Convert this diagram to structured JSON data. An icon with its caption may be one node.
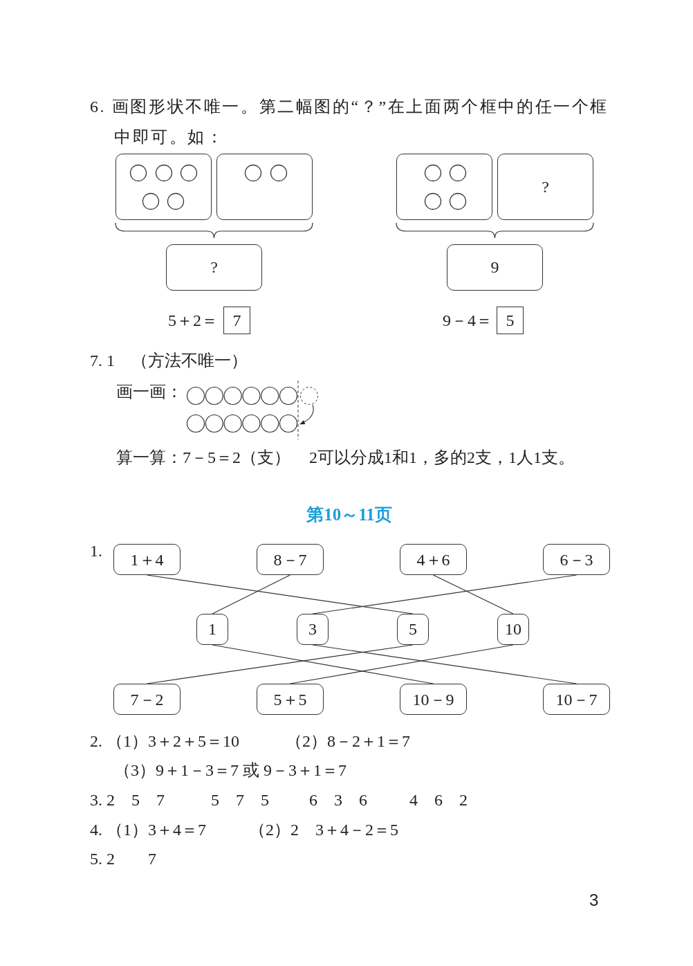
{
  "diagram": {
    "title": "第10～11页",
    "nodes": [
      {
        "text": [],
        "shape": "box"
      },
      {
        "text": [],
        "shape": "box"
      },
      {
        "text": [
          "?"
        ]
      },
      {
        "text": [],
        "shape": "box"
      },
      {
        "text": [
          "?"
        ]
      },
      {
        "text": [
          "9"
        ]
      },
      {
        "text": [
          "7"
        ]
      },
      {
        "text": [
          "5"
        ]
      },
      {
        "text": [
          "1＋4"
        ]
      },
      {
        "text": [
          "8－7"
        ]
      },
      {
        "text": [
          "4＋6"
        ]
      },
      {
        "text": [
          "6－3"
        ]
      },
      {
        "text": [
          "1"
        ]
      },
      {
        "text": [
          "3"
        ]
      },
      {
        "text": [
          "5"
        ]
      },
      {
        "text": [
          "10"
        ]
      },
      {
        "text": [
          "7－2"
        ]
      },
      {
        "text": [
          "5＋5"
        ]
      },
      {
        "text": [
          "10－9"
        ]
      },
      {
        "text": [
          "10－7"
        ]
      }
    ],
    "edges": [
      {
        "from": 8,
        "to": 14,
        "arrow": "none"
      },
      {
        "from": 9,
        "to": 12,
        "arrow": "none"
      },
      {
        "from": 10,
        "to": 15,
        "arrow": "none"
      },
      {
        "from": 11,
        "to": 13,
        "arrow": "none"
      },
      {
        "from": 12,
        "to": 18,
        "arrow": "none"
      },
      {
        "from": 13,
        "to": 19,
        "arrow": "none"
      },
      {
        "from": 14,
        "to": 16,
        "arrow": "none"
      },
      {
        "from": 15,
        "to": 17,
        "arrow": "none"
      }
    ],
    "labels": [
      "6. 画图形状不唯一。第二幅图的“？”在上面两个框中的任一个框中即可。如：",
      "5＋2＝",
      "9－4＝",
      "7. 1",
      "（方法不唯一）",
      "画一画：",
      "算一算：7－5＝2（支）",
      "2可以分成1和1，多的2支，1人1支。",
      "1.",
      "2. （1）3＋2＋5＝10",
      "（2）8－2＋1＝7",
      "（3）9＋1－3＝7 或 9－3＋1＝7",
      "3. 2　5　7",
      "5　7　5",
      "6　3　6",
      "4　6　2",
      "4. （1）3＋4＝7",
      "（2）2　3＋4－2＝5",
      "5. 2　　7",
      "3"
    ]
  }
}
